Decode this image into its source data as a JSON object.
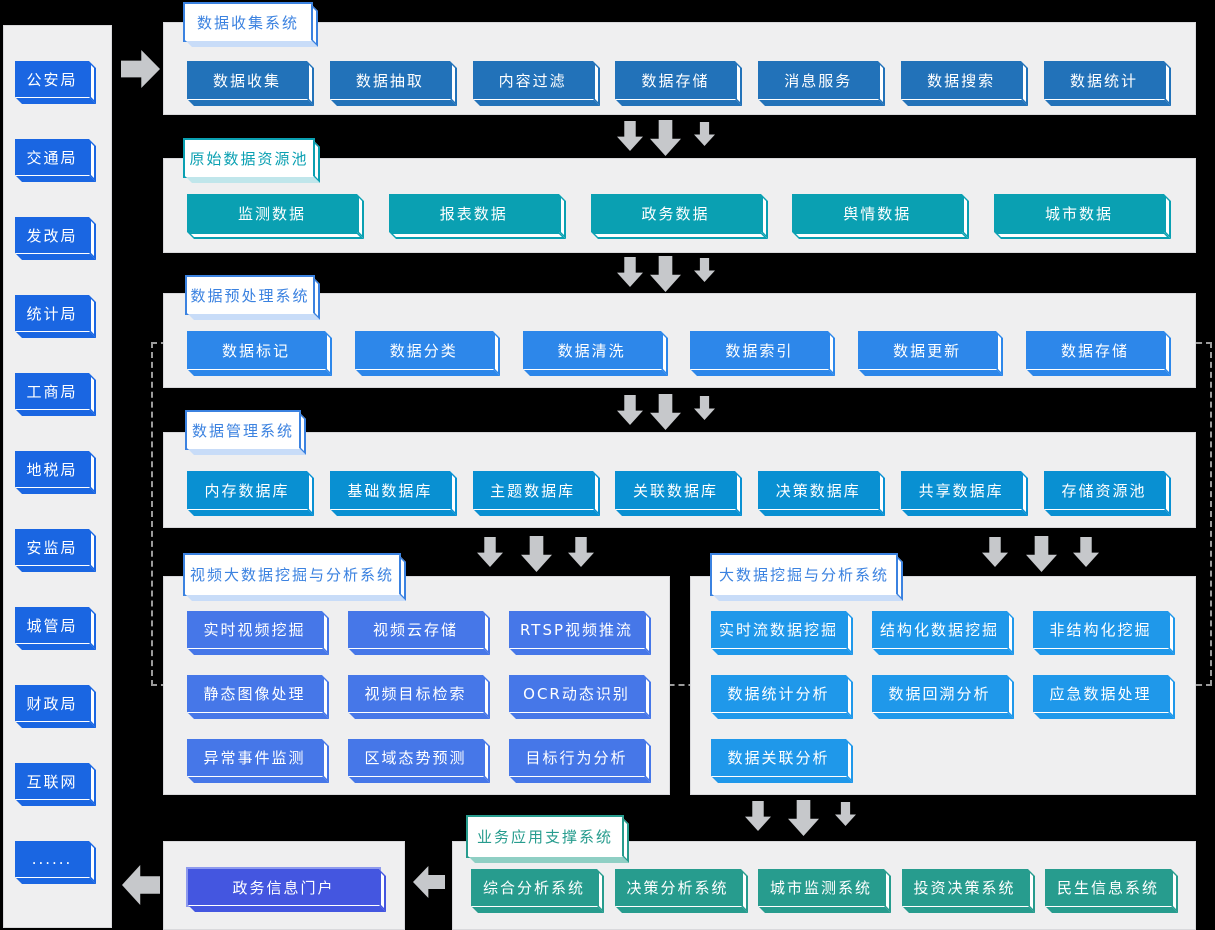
{
  "colors": {
    "background": "#000000",
    "panel_bg": "#efeff0",
    "arrow_gray": "#c6c8cb",
    "dashed_line": "#9b9b9b",
    "sidebar_box_blue": "#1a66e2",
    "collection_box_blue": "#2272b9",
    "raw_pool_teal": "#0aa0b2",
    "preprocess_blue": "#2d87ea",
    "management_blue": "#0990d2",
    "video_mining_blue": "#4677e8",
    "bigdata_mining_blue": "#1f98ea",
    "business_green": "#279c8e",
    "portal_indigo": "#4456e0",
    "title_blue": "#3b82e0"
  },
  "sidebar": {
    "items": [
      "公安局",
      "交通局",
      "发改局",
      "统计局",
      "工商局",
      "地税局",
      "安监局",
      "城管局",
      "财政局",
      "互联网",
      "......"
    ]
  },
  "sections": {
    "collection": {
      "title": "数据收集系统",
      "items": [
        "数据收集",
        "数据抽取",
        "内容过滤",
        "数据存储",
        "消息服务",
        "数据搜索",
        "数据统计"
      ]
    },
    "raw_pool": {
      "title": "原始数据资源池",
      "items": [
        "监测数据",
        "报表数据",
        "政务数据",
        "舆情数据",
        "城市数据"
      ]
    },
    "preprocess": {
      "title": "数据预处理系统",
      "items": [
        "数据标记",
        "数据分类",
        "数据清洗",
        "数据索引",
        "数据更新",
        "数据存储"
      ]
    },
    "management": {
      "title": "数据管理系统",
      "items": [
        "内存数据库",
        "基础数据库",
        "主题数据库",
        "关联数据库",
        "决策数据库",
        "共享数据库",
        "存储资源池"
      ]
    },
    "video_mining": {
      "title": "视频大数据挖掘与分析系统",
      "items": [
        "实时视频挖掘",
        "视频云存储",
        "RTSP视频推流",
        "静态图像处理",
        "视频目标检索",
        "OCR动态识别",
        "异常事件监测",
        "区域态势预测",
        "目标行为分析"
      ]
    },
    "bigdata_mining": {
      "title": "大数据挖掘与分析系统",
      "items": [
        "实时流数据挖掘",
        "结构化数据挖掘",
        "非结构化挖掘",
        "数据统计分析",
        "数据回溯分析",
        "应急数据处理",
        "数据关联分析"
      ]
    },
    "business": {
      "title": "业务应用支撑系统",
      "items": [
        "综合分析系统",
        "决策分析系统",
        "城市监测系统",
        "投资决策系统",
        "民生信息系统"
      ]
    },
    "portal": {
      "label": "政务信息门户"
    }
  }
}
